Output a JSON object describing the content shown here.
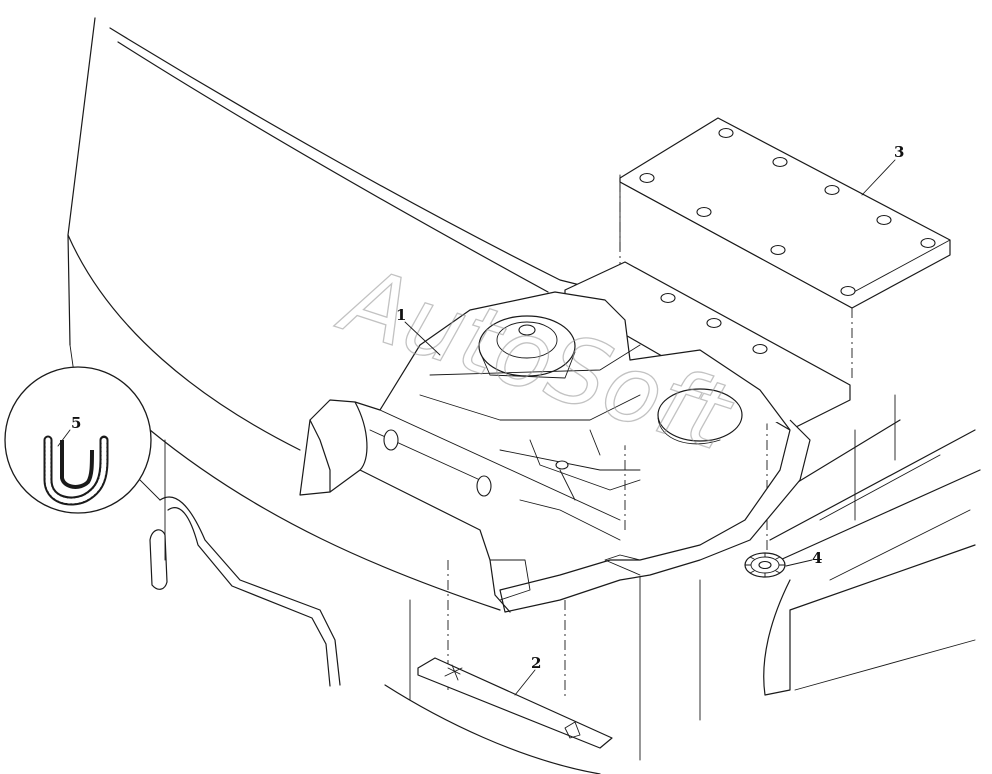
{
  "callouts": [
    {
      "id": "1",
      "label": "1"
    },
    {
      "id": "2",
      "label": "2"
    },
    {
      "id": "3",
      "label": "3"
    },
    {
      "id": "4",
      "label": "4"
    },
    {
      "id": "5",
      "label": "5"
    }
  ],
  "watermark": "AutoSoft",
  "colors": {
    "line": "#1a1a1a",
    "background": "#ffffff",
    "watermark": "#9a9a9a"
  }
}
